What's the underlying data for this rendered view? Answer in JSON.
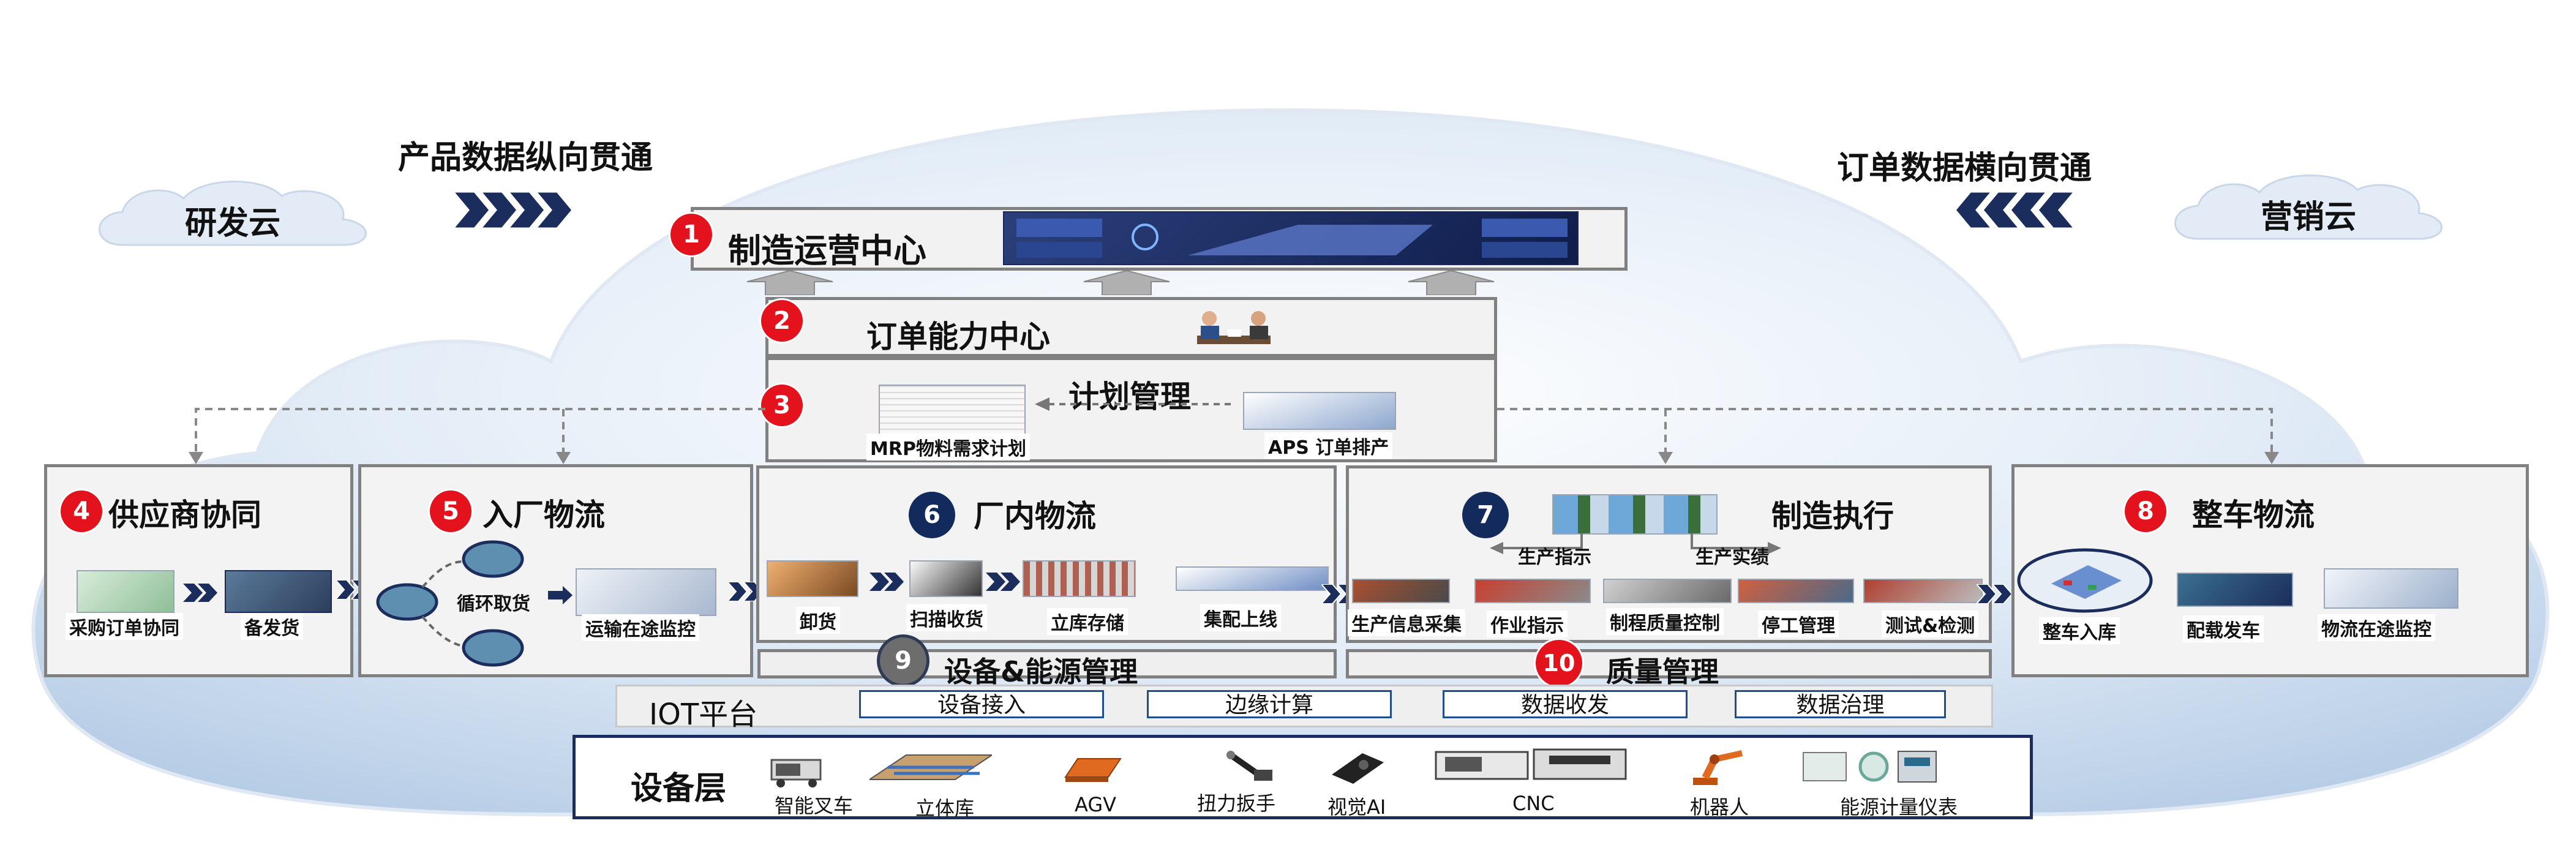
{
  "clouds": {
    "rd": "研发云",
    "marketing": "营销云"
  },
  "flows": {
    "product_data": "产品数据纵向贯通",
    "order_data": "订单数据横向贯通"
  },
  "center": {
    "num": "1",
    "title": "制造运营中心"
  },
  "order_center": {
    "num": "2",
    "title": "订单能力中心"
  },
  "planning": {
    "num": "3",
    "title": "计划管理",
    "mrp": "MRP物料需求计划",
    "aps": "APS 订单排产"
  },
  "supplier": {
    "num": "4",
    "title": "供应商协同",
    "items": [
      "采购订单协同",
      "备发货"
    ]
  },
  "inbound": {
    "num": "5",
    "title": "入厂物流",
    "cycle": "循环取货",
    "monitor": "运输在途监控"
  },
  "inplant": {
    "num": "6",
    "title": "厂内物流",
    "items": [
      "卸货",
      "扫描收货",
      "立库存储",
      "集配上线"
    ]
  },
  "manufacturing": {
    "num": "7",
    "title": "制造执行",
    "instruction": "生产指示",
    "result": "生产实绩",
    "items": [
      "生产信息采集",
      "作业指示",
      "制程质量控制",
      "停工管理",
      "测试&检测"
    ]
  },
  "vehicle": {
    "num": "8",
    "title": "整车物流",
    "items": [
      "整车入库",
      "配载发车",
      "物流在途监控"
    ]
  },
  "equipment": {
    "num": "9",
    "title": "设备&能源管理"
  },
  "quality": {
    "num": "10",
    "title": "质量管理"
  },
  "iot": {
    "title": "IOT平台",
    "buttons": [
      "设备接入",
      "边缘计算",
      "数据收发",
      "数据治理"
    ]
  },
  "devices": {
    "title": "设备层",
    "items": [
      "智能叉车",
      "立体库",
      "AGV",
      "扭力扳手",
      "视觉AI",
      "CNC",
      "机器人",
      "能源计量仪表"
    ]
  },
  "colors": {
    "cloud": "#c6d8ec",
    "navy": "#122a5c",
    "red": "#e3121d",
    "box_border": "#808080"
  }
}
